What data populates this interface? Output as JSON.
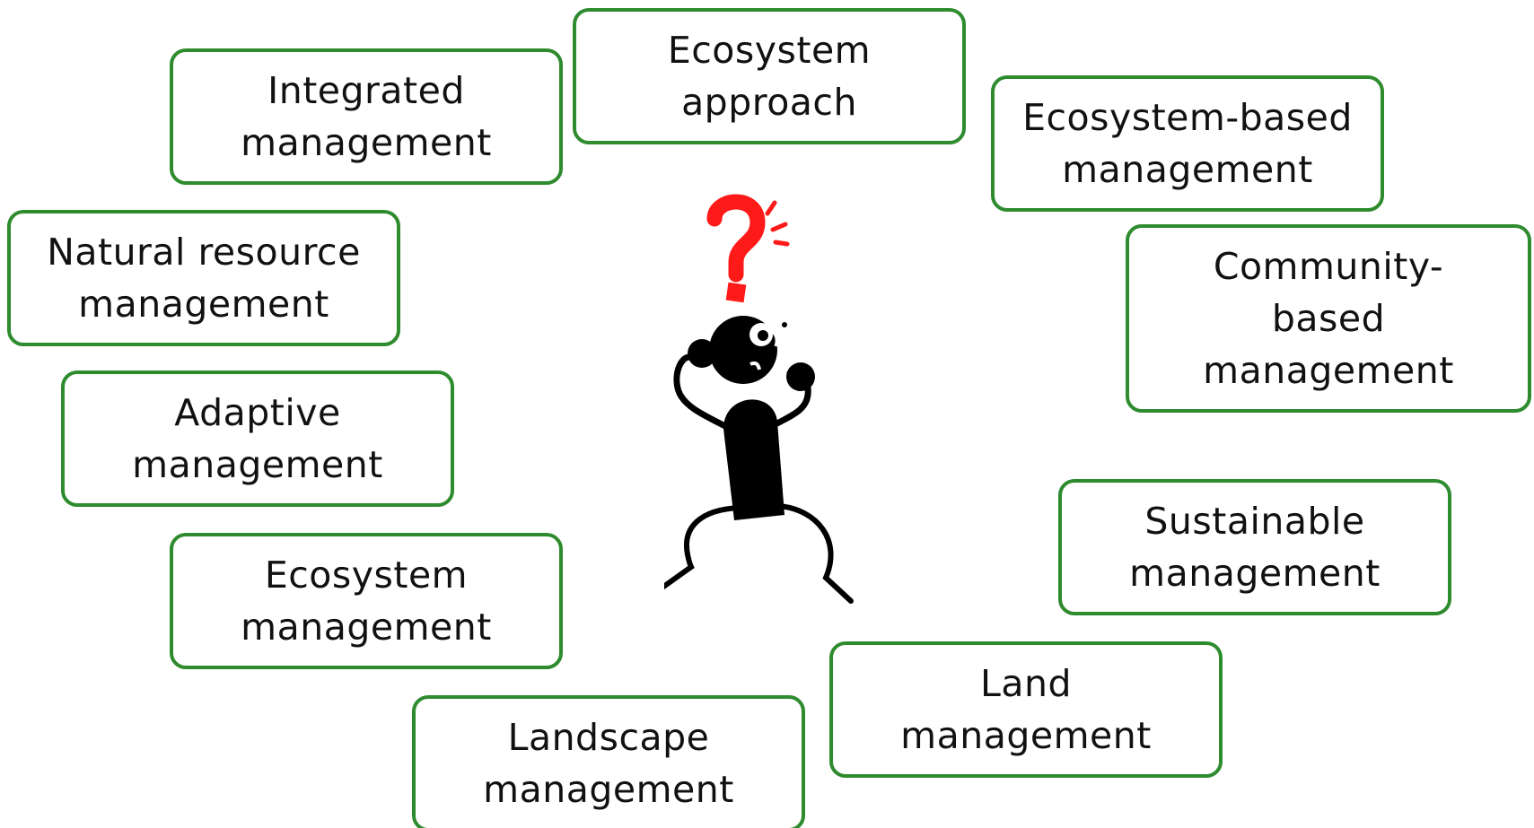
{
  "diagram": {
    "terms": [
      {
        "id": "ecosystem-approach",
        "lines": [
          "Ecosystem",
          "approach"
        ]
      },
      {
        "id": "integrated-management",
        "lines": [
          "Integrated",
          "management"
        ]
      },
      {
        "id": "ecosystem-based-management",
        "lines": [
          "Ecosystem-based",
          "management"
        ]
      },
      {
        "id": "natural-resource-management",
        "lines": [
          "Natural resource",
          "management"
        ]
      },
      {
        "id": "community-based-management",
        "lines": [
          "Community-",
          "based",
          "management"
        ]
      },
      {
        "id": "adaptive-management",
        "lines": [
          "Adaptive",
          "management"
        ]
      },
      {
        "id": "sustainable-management",
        "lines": [
          "Sustainable",
          "management"
        ]
      },
      {
        "id": "ecosystem-management",
        "lines": [
          "Ecosystem",
          "management"
        ]
      },
      {
        "id": "land-management",
        "lines": [
          "Land",
          "management"
        ]
      },
      {
        "id": "landscape-management",
        "lines": [
          "Landscape",
          "management"
        ]
      }
    ],
    "center_figure": "confused-person-icon",
    "colors": {
      "box_border": "#2e8b2e",
      "question_mark": "#ff1a1a",
      "figure": "#000000"
    }
  }
}
